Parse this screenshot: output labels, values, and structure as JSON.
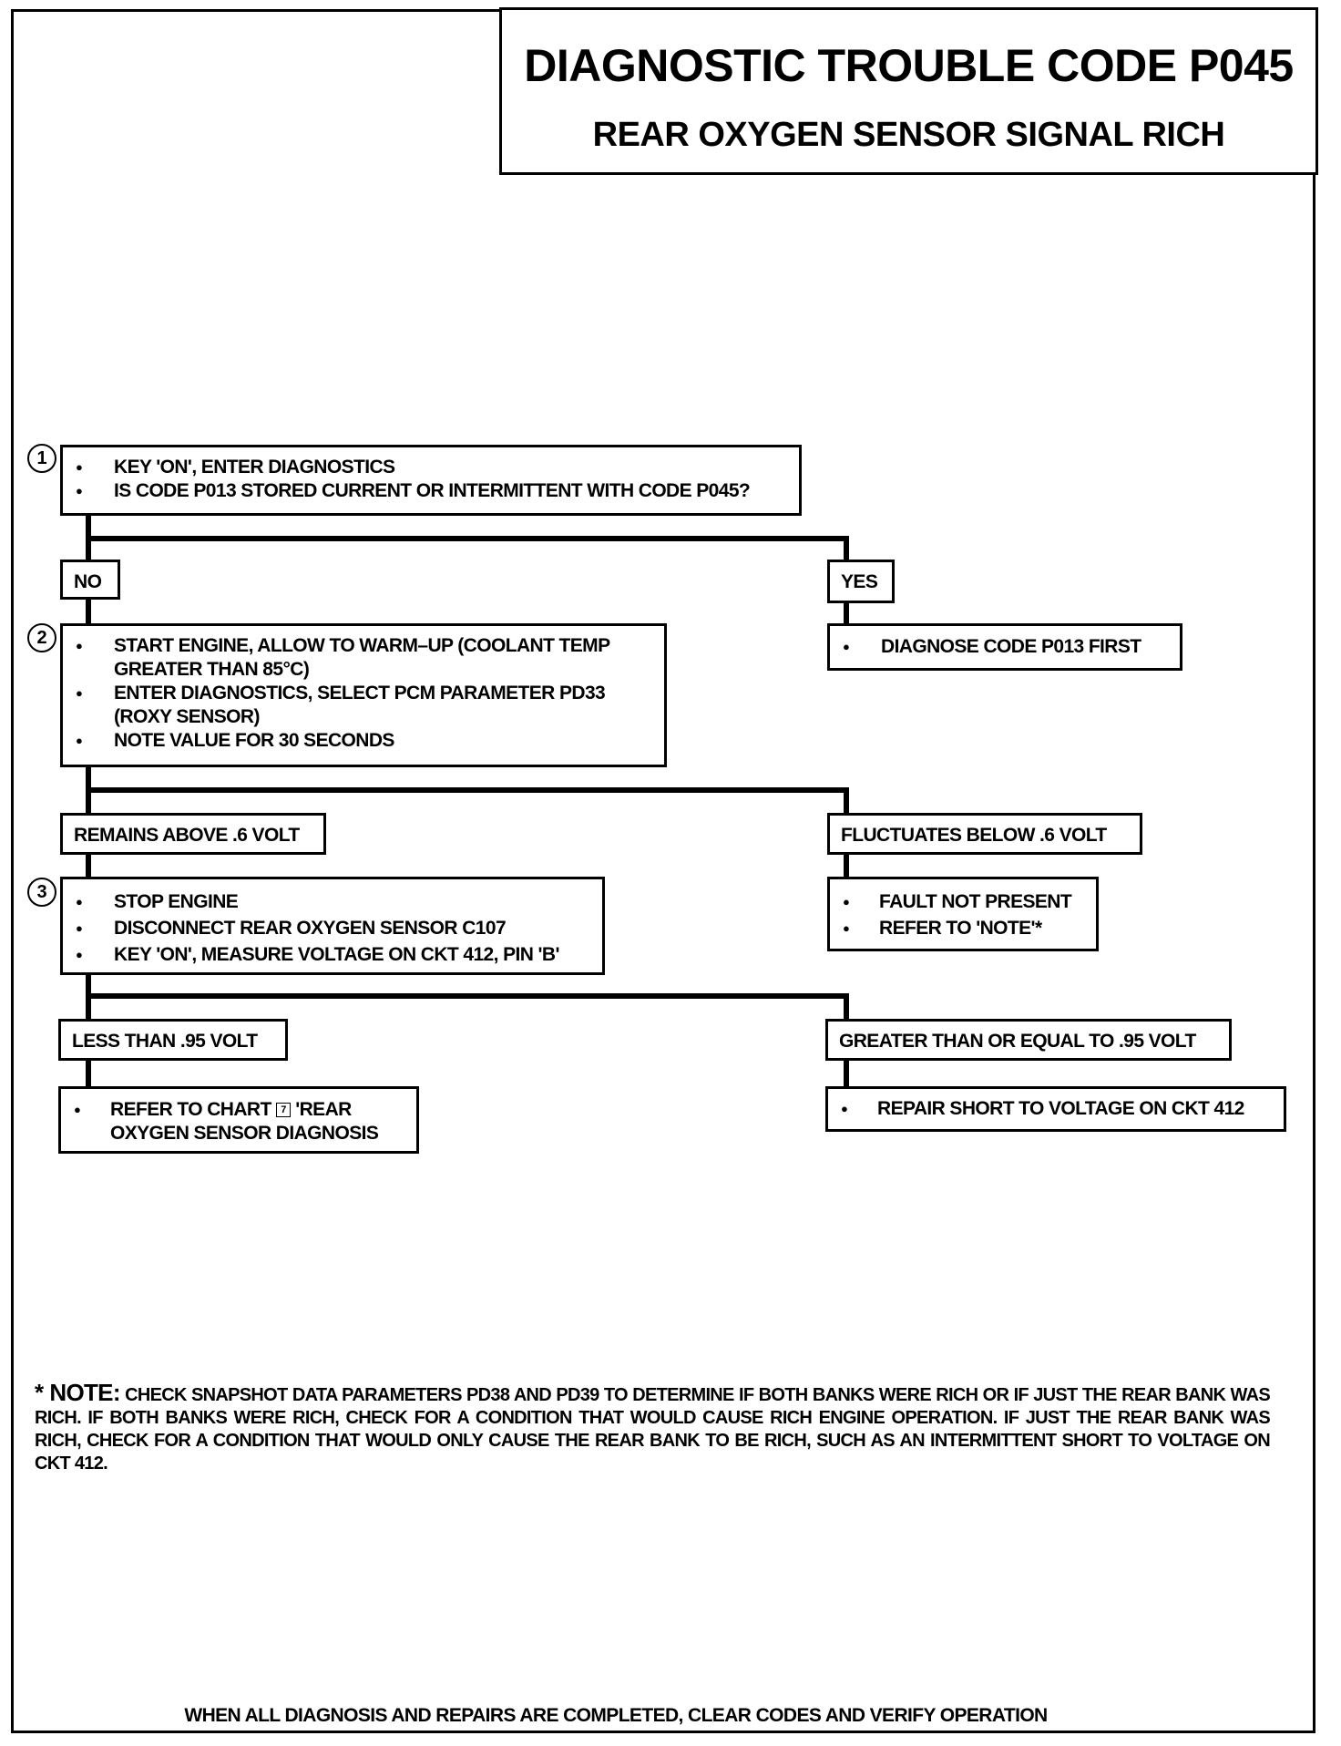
{
  "title": {
    "main": "DIAGNOSTIC TROUBLE CODE P045",
    "sub": "REAR OXYGEN SENSOR SIGNAL RICH"
  },
  "steps": {
    "step1": {
      "number": "1",
      "items": [
        "KEY 'ON', ENTER DIAGNOSTICS",
        "IS CODE P013 STORED CURRENT OR INTERMITTENT WITH CODE P045?"
      ]
    },
    "step2": {
      "number": "2",
      "items": [
        "START ENGINE, ALLOW TO WARM–UP (COOLANT TEMP GREATER THAN 85°C)",
        "ENTER DIAGNOSTICS, SELECT PCM PARAMETER PD33 (ROXY SENSOR)",
        "NOTE VALUE FOR 30 SECONDS"
      ]
    },
    "step3": {
      "number": "3",
      "items": [
        "STOP ENGINE",
        "DISCONNECT REAR OXYGEN SENSOR C107",
        "KEY 'ON', MEASURE VOLTAGE ON CKT 412, PIN 'B'"
      ]
    }
  },
  "branches": {
    "no": "NO",
    "yes": "YES",
    "remains_above": "REMAINS ABOVE .6 VOLT",
    "fluctuates_below": "FLUCTUATES BELOW .6 VOLT",
    "less_than": "LESS THAN .95 VOLT",
    "greater_equal": "GREATER THAN OR EQUAL TO .95 VOLT"
  },
  "results": {
    "diagnose_p013": "DIAGNOSE CODE P013 FIRST",
    "fault_not_present": [
      "FAULT NOT  PRESENT",
      "REFER TO 'NOTE'*"
    ],
    "refer_chart_prefix": "REFER TO CHART",
    "refer_chart_icon": "7",
    "refer_chart_suffix": "'REAR OXYGEN SENSOR DIAGNOSIS",
    "repair_short": "REPAIR SHORT TO VOLTAGE ON CKT 412"
  },
  "note": {
    "label": "* NOTE:",
    "text": "CHECK SNAPSHOT DATA PARAMETERS PD38 AND PD39 TO DETERMINE IF BOTH BANKS WERE RICH OR IF JUST THE REAR BANK WAS RICH. IF BOTH BANKS WERE RICH, CHECK FOR A CONDITION THAT WOULD CAUSE RICH ENGINE OPERATION. IF JUST THE REAR BANK WAS RICH, CHECK FOR A CONDITION THAT WOULD ONLY CAUSE THE REAR BANK TO BE RICH, SUCH AS AN INTERMITTENT SHORT TO VOLTAGE ON CKT 412."
  },
  "footer": "WHEN ALL DIAGNOSIS AND REPAIRS ARE COMPLETED, CLEAR CODES AND VERIFY OPERATION"
}
